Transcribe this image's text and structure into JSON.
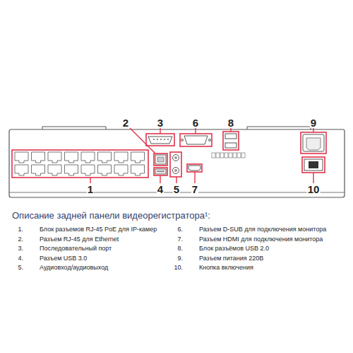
{
  "diagram": {
    "title": "Описание задней панели видеорегистратора¹:",
    "labels": [
      "2",
      "3",
      "6",
      "8",
      "9",
      "1",
      "4",
      "5",
      "7",
      "10",
      "1.",
      "Блок разъемов RJ-45 PoE для IP-камер",
      "6.",
      "Разъем D-SUB для подключения монитора",
      "2.",
      "Разъем RJ-45 для Ethernet",
      "7.",
      "Разъем HDMI для подключения монитора",
      "3.",
      "Последовательный порт",
      "8.",
      "Блок разъёмов USB 2.0",
      "4.",
      "Разъем USB 3.0",
      "9.",
      "Разъем питания 220В",
      "5.",
      "Аудиовход/аудиовыход",
      "10.",
      "Кнопка включения"
    ]
  }
}
